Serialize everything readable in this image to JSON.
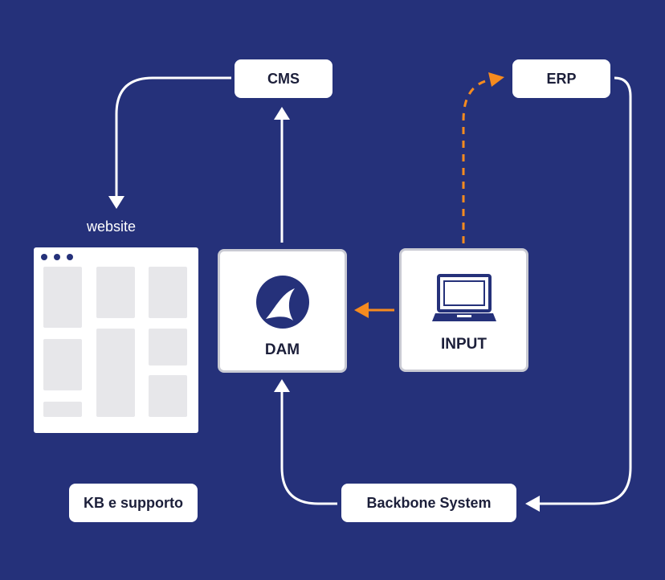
{
  "colors": {
    "background": "#25317a",
    "connector": "#ffffff",
    "accent_arrow": "#f68b1f",
    "node_fill": "#ffffff",
    "node_border": "#c9cad3",
    "text_dark": "#1c1f3a"
  },
  "diagram": {
    "nodes": {
      "cms": "CMS",
      "erp": "ERP",
      "dam": "DAM",
      "input": "INPUT",
      "backbone": "Backbone System",
      "kb": "KB e supporto",
      "website": "website"
    },
    "icons": {
      "dam": "dam-logo-icon",
      "input": "laptop-icon",
      "website": "browser-window-icon"
    },
    "edges": [
      {
        "from": "dam",
        "to": "cms",
        "style": "solid",
        "color": "white"
      },
      {
        "from": "cms",
        "to": "website",
        "style": "solid",
        "color": "white"
      },
      {
        "from": "input",
        "to": "dam",
        "style": "solid",
        "color": "orange"
      },
      {
        "from": "input",
        "to": "erp",
        "style": "dashed",
        "color": "orange"
      },
      {
        "from": "erp",
        "to": "backbone",
        "style": "solid",
        "color": "white"
      },
      {
        "from": "backbone",
        "to": "dam",
        "style": "solid",
        "color": "white"
      }
    ]
  }
}
